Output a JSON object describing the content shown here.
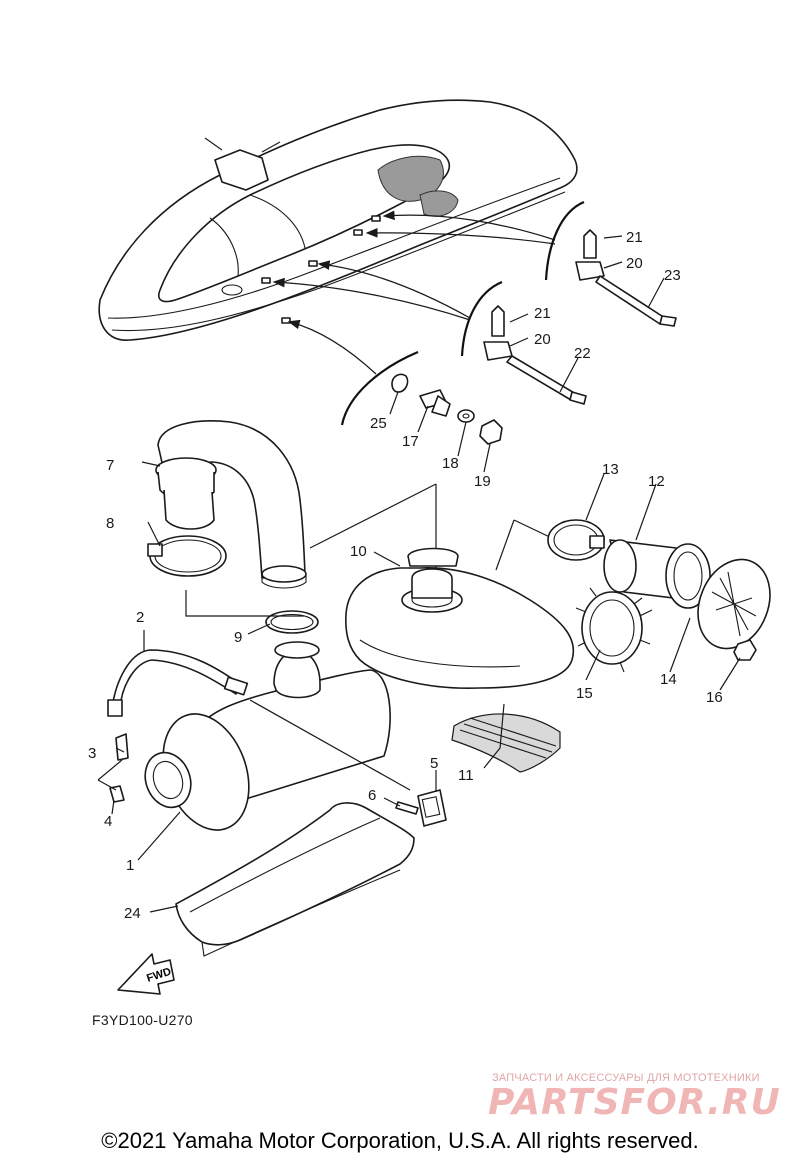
{
  "diagram_code": "F3YD100-U270",
  "direction_label": "FWD",
  "copyright": "©2021 Yamaha Motor Corporation, U.S.A. All rights reserved.",
  "watermark": {
    "tagline": "ЗАПЧАСТИ И АКСЕССУАРЫ ДЛЯ МОТОТЕХНИКИ",
    "logo": "PARTSFOR.RU"
  },
  "callouts": [
    "1",
    "2",
    "3",
    "4",
    "5",
    "6",
    "7",
    "8",
    "9",
    "10",
    "11",
    "12",
    "13",
    "14",
    "15",
    "16",
    "17",
    "18",
    "19",
    "20",
    "21",
    "22",
    "23",
    "24",
    "25",
    "20",
    "21"
  ],
  "colors": {
    "line": "#1a1a1a",
    "watermark": "#e57b7b",
    "background": "#ffffff"
  }
}
